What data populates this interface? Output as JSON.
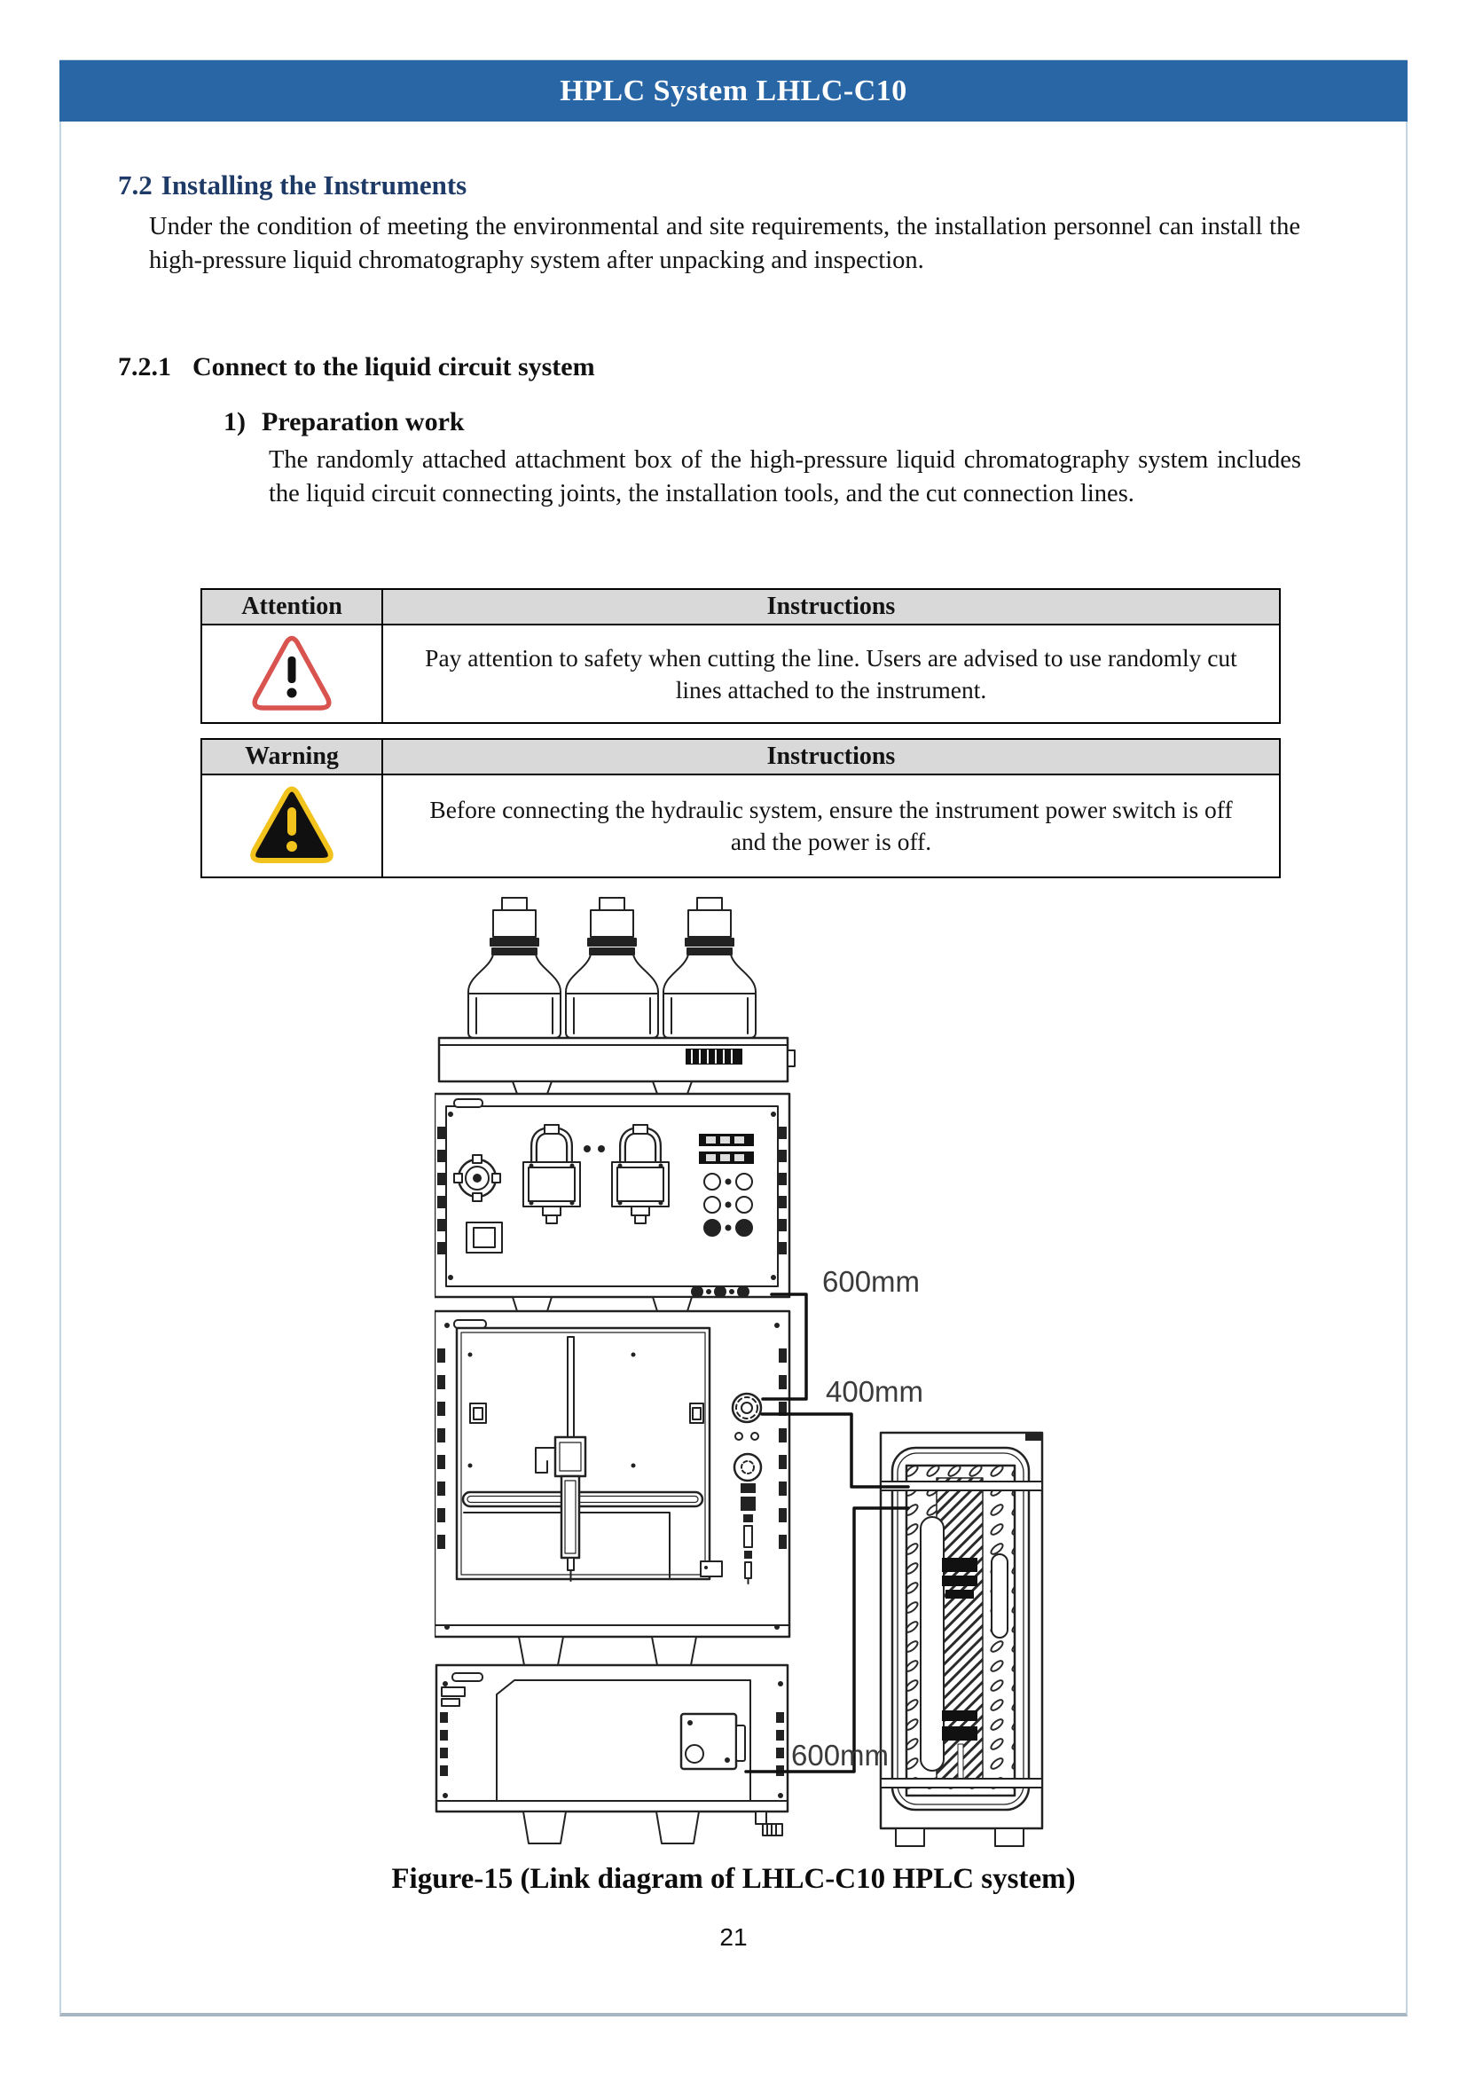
{
  "header": {
    "title": "HPLC System LHLC-C10"
  },
  "sections": {
    "installing": {
      "number": "7.2",
      "title": "Installing the Instruments",
      "body": "Under the condition of meeting the environmental and site requirements, the installation personnel can install the high-pressure liquid chromatography system after unpacking and inspection."
    },
    "connect": {
      "number": "7.2.1",
      "title": "Connect to the liquid circuit system"
    },
    "preparation": {
      "number": "1)",
      "title": "Preparation work",
      "body": "The randomly attached attachment box of the high-pressure liquid chromatography system includes the liquid circuit connecting joints, the installation tools, and the cut connection lines."
    }
  },
  "notices": {
    "attention": {
      "label": "Attention",
      "header": "Instructions",
      "icon": "attention-triangle-icon",
      "text": "Pay attention to safety when cutting the line. Users are advised to use randomly cut lines attached to the instrument."
    },
    "warning": {
      "label": "Warning",
      "header": "Instructions",
      "icon": "warning-triangle-icon",
      "text": "Before connecting the hydraulic system, ensure the instrument power switch is off and the power is off."
    }
  },
  "figure": {
    "caption": "Figure-15 (Link diagram of LHLC-C10 HPLC system)",
    "dimension_labels": {
      "pump_to_autosampler": "600mm",
      "autosampler_to_column": "400mm",
      "column_to_detector": "600mm"
    }
  },
  "page_number": "21",
  "colors": {
    "header_bar": "#2866a5",
    "section_heading": "#1e3a66",
    "table_header_bg": "#d9d9d9",
    "attention_red": "#d9534f",
    "warning_yellow": "#f2c21d",
    "frame_border": "#c3d4e2",
    "drawing_line": "#222222"
  }
}
